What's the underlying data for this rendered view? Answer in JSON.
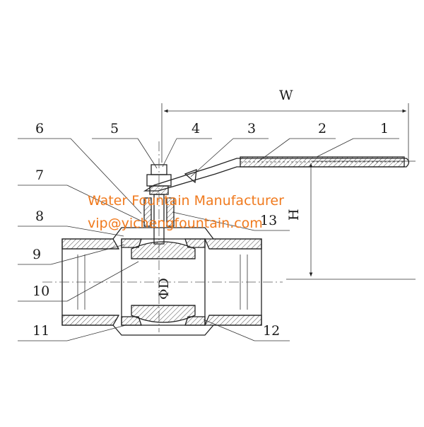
{
  "callouts": [
    "1",
    "2",
    "3",
    "4",
    "5",
    "6",
    "7",
    "8",
    "9",
    "10",
    "11",
    "12",
    "13"
  ],
  "dimensions": {
    "width_label": "W",
    "height_label": "H",
    "bore_label": "ΦD"
  },
  "watermark": {
    "line1": "Water Fountain Manufacturer",
    "line2": "vip@yichengfountain.com"
  },
  "colors": {
    "watermark": "#f07a1e",
    "line": "#222222"
  }
}
